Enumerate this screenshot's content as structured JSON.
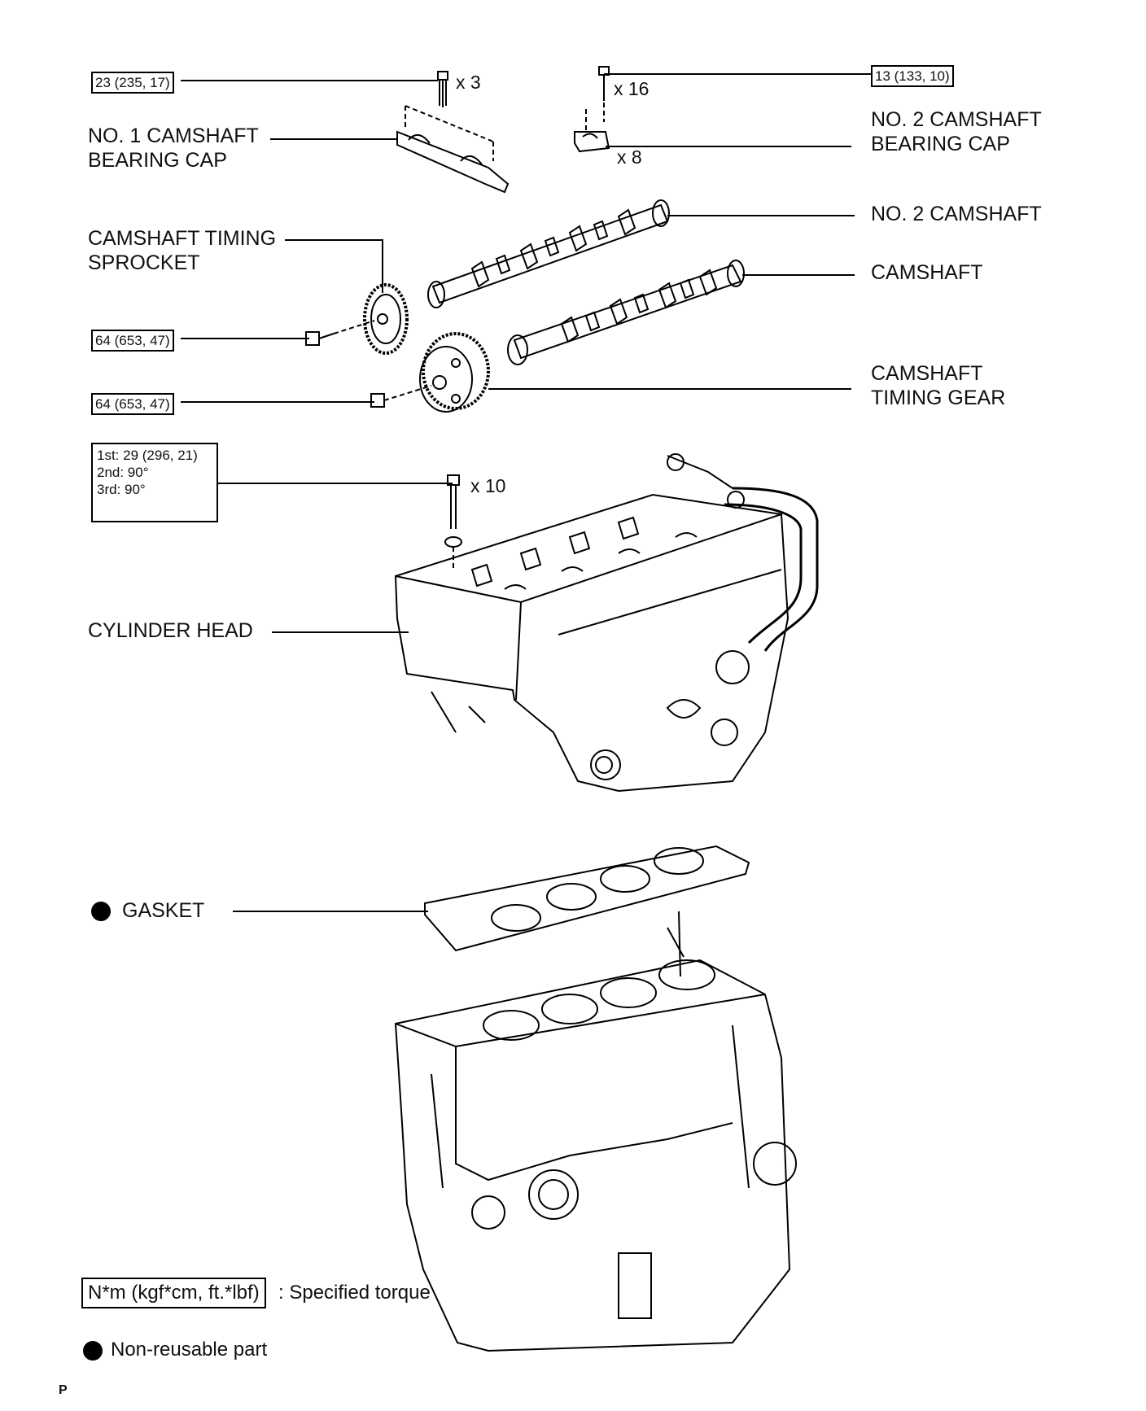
{
  "torque_specs": {
    "bearing_cap_1": "23 (235, 17)",
    "bearing_cap_2": "13 (133, 10)",
    "sprocket_bolt": "64 (653, 47)",
    "timing_gear_bolt": "64 (653, 47)",
    "head_bolt_steps": [
      "1st: 29 (296, 21)",
      "2nd: 90°",
      "3rd: 90°"
    ]
  },
  "quantities": {
    "cap1_bolts": "x 3",
    "cap2_bolts": "x 16",
    "cap2_caps": "x 8",
    "head_bolts": "x 10"
  },
  "parts": {
    "no1_bearing_cap": "NO. 1 CAMSHAFT\nBEARING CAP",
    "no2_bearing_cap": "NO. 2 CAMSHAFT\nBEARING CAP",
    "no2_camshaft": "NO. 2 CAMSHAFT",
    "camshaft": "CAMSHAFT",
    "timing_sprocket": "CAMSHAFT TIMING\nSPROCKET",
    "timing_gear": "CAMSHAFT\nTIMING GEAR",
    "cylinder_head": "CYLINDER HEAD",
    "gasket": "GASKET"
  },
  "legend": {
    "torque_box": "N*m (kgf*cm, ft.*lbf)",
    "torque_text": ": Specified torque",
    "nonreusable_text": "Non-reusable part"
  },
  "footer": "P"
}
